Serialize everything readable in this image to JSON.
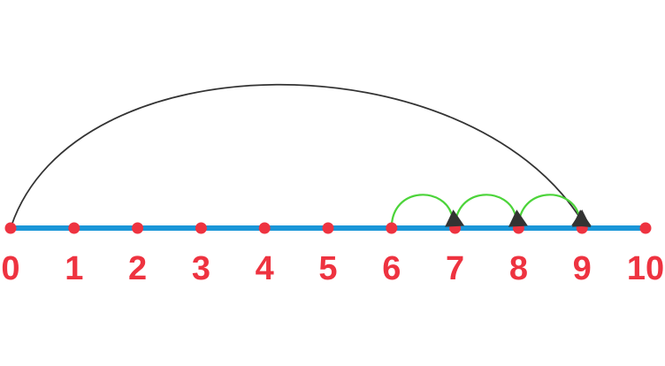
{
  "number_line": {
    "min": 0,
    "max": 10,
    "labels": [
      "0",
      "1",
      "2",
      "3",
      "4",
      "5",
      "6",
      "7",
      "8",
      "9",
      "10"
    ],
    "line_color": "#1a96d8",
    "point_color": "#ee3340",
    "label_color": "#ee3340"
  },
  "jumps": [
    {
      "from": 0,
      "to": 9,
      "color": "#333333",
      "kind": "big-jump"
    },
    {
      "from": 6,
      "to": 7,
      "color": "#4cd43a",
      "kind": "hop"
    },
    {
      "from": 7,
      "to": 8,
      "color": "#4cd43a",
      "kind": "hop"
    },
    {
      "from": 8,
      "to": 9,
      "color": "#4cd43a",
      "kind": "hop"
    }
  ],
  "arrowhead_color": "#333333"
}
